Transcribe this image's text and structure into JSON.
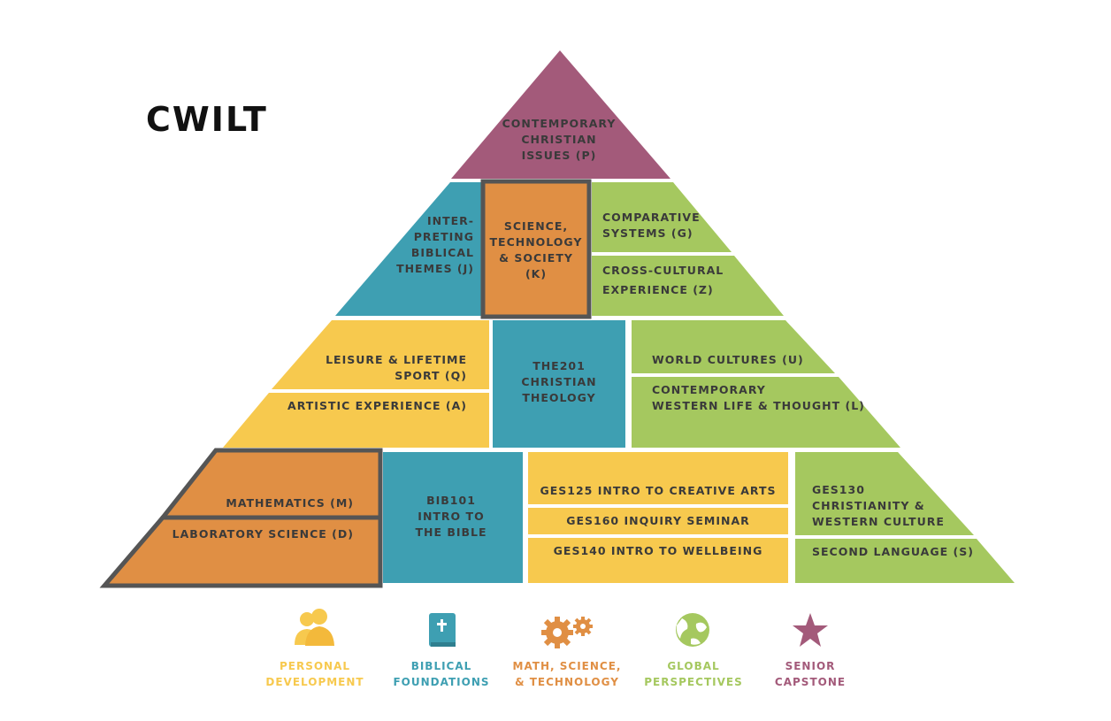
{
  "title": "CWILT",
  "colors": {
    "purple": "#A35A7A",
    "teal": "#3E9FB2",
    "orange": "#E08F44",
    "yellow": "#F7C94E",
    "green": "#A5C85F",
    "outline": "#555555",
    "label": "#3a3a3a"
  },
  "cells": {
    "capstone": [
      "CONTEMPORARY",
      "CHRISTIAN",
      "ISSUES (P)"
    ],
    "interpreting": [
      "INTER-",
      "PRETING",
      "BIBLICAL",
      "THEMES (J)"
    ],
    "sts": [
      "SCIENCE,",
      "TECHNOLOGY",
      "& SOCIETY",
      "(K)"
    ],
    "comparative": [
      "COMPARATIVE",
      "SYSTEMS (G)"
    ],
    "crosscultural": [
      "CROSS-CULTURAL",
      "EXPERIENCE (Z)"
    ],
    "leisure": [
      "LEISURE & LIFETIME",
      "SPORT (Q)"
    ],
    "artistic": [
      "ARTISTIC EXPERIENCE (A)"
    ],
    "the201": [
      "THE201",
      "CHRISTIAN",
      "THEOLOGY"
    ],
    "worldcultures": [
      "WORLD CULTURES (U)"
    ],
    "contemporarywestern": [
      "CONTEMPORARY",
      "WESTERN LIFE & THOUGHT (L)"
    ],
    "mathematics": [
      "MATHEMATICS (M)"
    ],
    "labscience": [
      "LABORATORY SCIENCE (D)"
    ],
    "bib101": [
      "BIB101",
      "INTRO TO",
      "THE BIBLE"
    ],
    "ges125": [
      "GES125 INTRO TO CREATIVE ARTS"
    ],
    "ges160": [
      "GES160 INQUIRY SEMINAR"
    ],
    "ges140": [
      "GES140 INTRO TO WELLBEING"
    ],
    "ges130": [
      "GES130",
      "CHRISTIANITY &",
      "WESTERN CULTURE"
    ],
    "secondlanguage": [
      "SECOND LANGUAGE (S)"
    ]
  },
  "legend": [
    {
      "key": "personal",
      "icon": "people-icon",
      "color": "#F7C94E",
      "lines": [
        "PERSONAL",
        "DEVELOPMENT"
      ]
    },
    {
      "key": "biblical",
      "icon": "bible-icon",
      "color": "#3E9FB2",
      "lines": [
        "BIBLICAL",
        "FOUNDATIONS"
      ]
    },
    {
      "key": "math",
      "icon": "gears-icon",
      "color": "#E08F44",
      "lines": [
        "MATH, SCIENCE,",
        "& TECHNOLOGY"
      ]
    },
    {
      "key": "global",
      "icon": "globe-icon",
      "color": "#A5C85F",
      "lines": [
        "GLOBAL",
        "PERSPECTIVES"
      ]
    },
    {
      "key": "senior",
      "icon": "star-icon",
      "color": "#A35A7A",
      "lines": [
        "SENIOR",
        "CAPSTONE"
      ]
    }
  ]
}
